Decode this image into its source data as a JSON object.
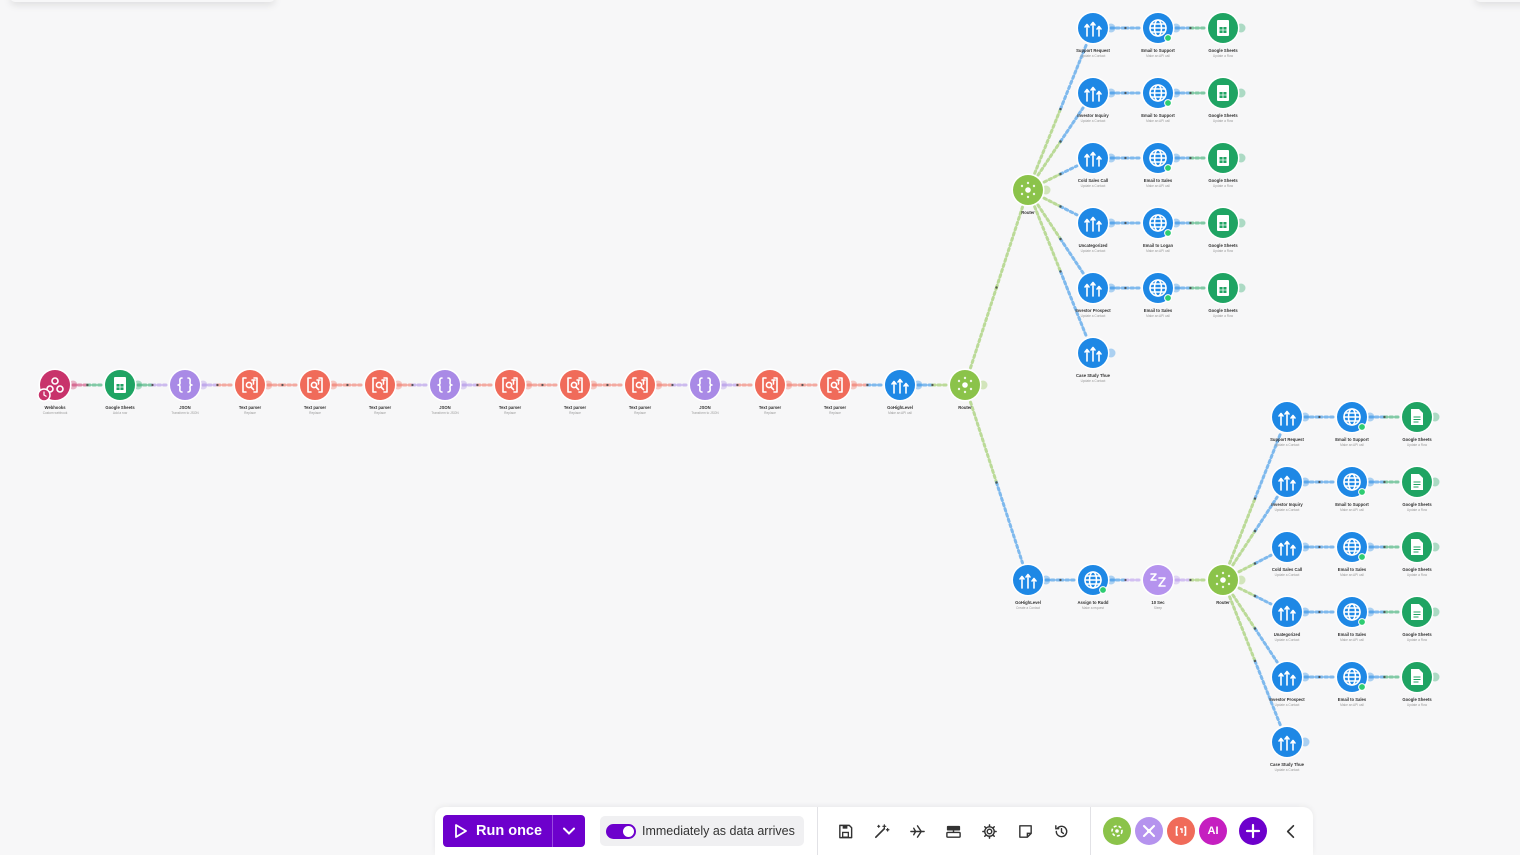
{
  "colors": {
    "webhooks": "#c8336b",
    "sheets": "#1fa463",
    "json": "#a98ae6",
    "textparser": "#f06b5a",
    "flow": "#1e88e5",
    "router": "#8bc34a",
    "http": "#1e88e5",
    "sleep": "#b593ee",
    "accent": "#6d00cc"
  },
  "nodes": [
    {
      "id": "webhooks",
      "type": "webhooks",
      "icon": "webhooks-icon",
      "title": "Webhooks",
      "sub": "Custom webhook"
    },
    {
      "id": "sheets_main",
      "type": "sheets",
      "icon": "google-sheets-icon",
      "title": "Google Sheets",
      "sub": "Add a row"
    },
    {
      "id": "json1",
      "type": "json",
      "icon": "json-icon",
      "title": "JSON",
      "sub": "Transform to JSON"
    },
    {
      "id": "tp1",
      "type": "textparser",
      "icon": "text-parser-icon",
      "title": "Text parser",
      "sub": "Replace"
    },
    {
      "id": "tp2",
      "type": "textparser",
      "icon": "text-parser-icon",
      "title": "Text parser",
      "sub": "Replace"
    },
    {
      "id": "tp3",
      "type": "textparser",
      "icon": "text-parser-icon",
      "title": "Text parser",
      "sub": "Replace"
    },
    {
      "id": "json2",
      "type": "json",
      "icon": "json-icon",
      "title": "JSON",
      "sub": "Transform to JSON"
    },
    {
      "id": "tp4",
      "type": "textparser",
      "icon": "text-parser-icon",
      "title": "Text parser",
      "sub": "Replace"
    },
    {
      "id": "tp5",
      "type": "textparser",
      "icon": "text-parser-icon",
      "title": "Text parser",
      "sub": "Replace"
    },
    {
      "id": "tp6",
      "type": "textparser",
      "icon": "text-parser-icon",
      "title": "Text parser",
      "sub": "Replace"
    },
    {
      "id": "json3",
      "type": "json",
      "icon": "json-icon",
      "title": "JSON",
      "sub": "Transform to JSON"
    },
    {
      "id": "tp7",
      "type": "textparser",
      "icon": "text-parser-icon",
      "title": "Text parser",
      "sub": "Replace"
    },
    {
      "id": "tp8",
      "type": "textparser",
      "icon": "text-parser-icon",
      "title": "Text parser",
      "sub": "Replace"
    },
    {
      "id": "ghl_main",
      "type": "flow",
      "icon": "flow-icon",
      "title": "GoHighLevel",
      "sub": "Make an API call"
    },
    {
      "id": "router_main",
      "type": "router",
      "icon": "router-icon",
      "title": "Router",
      "sub": ""
    },
    {
      "id": "router_top",
      "type": "router",
      "icon": "router-icon",
      "title": "Router",
      "sub": ""
    },
    {
      "id": "t1",
      "type": "flow",
      "icon": "flow-icon",
      "title": "Support Request",
      "sub": "Update a Contact"
    },
    {
      "id": "t1e",
      "type": "http",
      "icon": "globe-icon",
      "title": "Email to Support",
      "sub": "Make an API call",
      "badge": true
    },
    {
      "id": "t1s",
      "type": "sheets",
      "icon": "google-sheets-icon",
      "title": "Google Sheets",
      "sub": "Update a Row"
    },
    {
      "id": "t2",
      "type": "flow",
      "icon": "flow-icon",
      "title": "Investor Inquiry",
      "sub": "Update a Contact"
    },
    {
      "id": "t2e",
      "type": "http",
      "icon": "globe-icon",
      "title": "Email to Support",
      "sub": "Make an API call",
      "badge": true
    },
    {
      "id": "t2s",
      "type": "sheets",
      "icon": "google-sheets-icon",
      "title": "Google Sheets",
      "sub": "Update a Row"
    },
    {
      "id": "t3",
      "type": "flow",
      "icon": "flow-icon",
      "title": "Cold Sales Call",
      "sub": "Update a Contact"
    },
    {
      "id": "t3e",
      "type": "http",
      "icon": "globe-icon",
      "title": "Email to Sales",
      "sub": "Make an API call",
      "badge": true
    },
    {
      "id": "t3s",
      "type": "sheets",
      "icon": "google-sheets-icon",
      "title": "Google Sheets",
      "sub": "Update a Row"
    },
    {
      "id": "t4",
      "type": "flow",
      "icon": "flow-icon",
      "title": "Uncategorized",
      "sub": "Update a Contact"
    },
    {
      "id": "t4e",
      "type": "http",
      "icon": "globe-icon",
      "title": "Email to Logan",
      "sub": "Make an API call",
      "badge": true
    },
    {
      "id": "t4s",
      "type": "sheets",
      "icon": "google-sheets-icon",
      "title": "Google Sheets",
      "sub": "Update a Row"
    },
    {
      "id": "t5",
      "type": "flow",
      "icon": "flow-icon",
      "title": "Investor Prospect",
      "sub": "Update a Contact"
    },
    {
      "id": "t5e",
      "type": "http",
      "icon": "globe-icon",
      "title": "Email to Sales",
      "sub": "Make an API call",
      "badge": true
    },
    {
      "id": "t5s",
      "type": "sheets",
      "icon": "google-sheets-icon",
      "title": "Google Sheets",
      "sub": "Update a Row"
    },
    {
      "id": "t6",
      "type": "flow",
      "icon": "flow-icon",
      "title": "Case Study Thue",
      "sub": "Update a Contact"
    },
    {
      "id": "ghl_b",
      "type": "flow",
      "icon": "flow-icon",
      "title": "GoHighLevel",
      "sub": "Create a Contact"
    },
    {
      "id": "assign",
      "type": "http",
      "icon": "globe-icon",
      "title": "Assign to Rudd",
      "sub": "Make a request",
      "badge": true
    },
    {
      "id": "sleep",
      "type": "sleep",
      "icon": "sleep-icon",
      "title": "10 Sec",
      "sub": "Sleep"
    },
    {
      "id": "router_b",
      "type": "router",
      "icon": "router-icon",
      "title": "Router",
      "sub": ""
    },
    {
      "id": "b1",
      "type": "flow",
      "icon": "flow-icon",
      "title": "Support Request",
      "sub": "Update a Contact"
    },
    {
      "id": "b1e",
      "type": "http",
      "icon": "globe-icon",
      "title": "Email to Support",
      "sub": "Make an API call",
      "badge": true
    },
    {
      "id": "b1s",
      "type": "sheets",
      "icon": "google-docs-icon",
      "title": "Google Sheets",
      "sub": "Update a Row"
    },
    {
      "id": "b2",
      "type": "flow",
      "icon": "flow-icon",
      "title": "Investor Inquiry",
      "sub": "Update a Contact"
    },
    {
      "id": "b2e",
      "type": "http",
      "icon": "globe-icon",
      "title": "Email to Support",
      "sub": "Make an API call",
      "badge": true
    },
    {
      "id": "b2s",
      "type": "sheets",
      "icon": "google-docs-icon",
      "title": "Google Sheets",
      "sub": "Update a Row"
    },
    {
      "id": "b3",
      "type": "flow",
      "icon": "flow-icon",
      "title": "Cold Sales Call",
      "sub": "Update a Contact"
    },
    {
      "id": "b3e",
      "type": "http",
      "icon": "globe-icon",
      "title": "Email to Sales",
      "sub": "Make an API call",
      "badge": true
    },
    {
      "id": "b3s",
      "type": "sheets",
      "icon": "google-docs-icon",
      "title": "Google Sheets",
      "sub": "Update a Row"
    },
    {
      "id": "b4",
      "type": "flow",
      "icon": "flow-icon",
      "title": "Unategorized",
      "sub": "Update a Contact"
    },
    {
      "id": "b4e",
      "type": "http",
      "icon": "globe-icon",
      "title": "Email to Sales",
      "sub": "Make an API call",
      "badge": true
    },
    {
      "id": "b4s",
      "type": "sheets",
      "icon": "google-docs-icon",
      "title": "Google Sheets",
      "sub": "Update a Row"
    },
    {
      "id": "b5",
      "type": "flow",
      "icon": "flow-icon",
      "title": "Investor Prospect",
      "sub": "Update a Contact"
    },
    {
      "id": "b5e",
      "type": "http",
      "icon": "globe-icon",
      "title": "Email to Sales",
      "sub": "Make an API call",
      "badge": true
    },
    {
      "id": "b5s",
      "type": "sheets",
      "icon": "google-docs-icon",
      "title": "Google Sheets",
      "sub": "Update a Row"
    },
    {
      "id": "b6",
      "type": "flow",
      "icon": "flow-icon",
      "title": "Case Study Thue",
      "sub": "Update a Contact"
    }
  ],
  "connections": [
    [
      "webhooks",
      "sheets_main"
    ],
    [
      "sheets_main",
      "json1"
    ],
    [
      "json1",
      "tp1"
    ],
    [
      "tp1",
      "tp2"
    ],
    [
      "tp2",
      "tp3"
    ],
    [
      "tp3",
      "json2"
    ],
    [
      "json2",
      "tp4"
    ],
    [
      "tp4",
      "tp5"
    ],
    [
      "tp5",
      "tp6"
    ],
    [
      "tp6",
      "json3"
    ],
    [
      "json3",
      "tp7"
    ],
    [
      "tp7",
      "tp8"
    ],
    [
      "tp8",
      "ghl_main"
    ],
    [
      "ghl_main",
      "router_main"
    ],
    [
      "router_main",
      "router_top"
    ],
    [
      "router_main",
      "ghl_b"
    ],
    [
      "router_top",
      "t1"
    ],
    [
      "router_top",
      "t2"
    ],
    [
      "router_top",
      "t3"
    ],
    [
      "router_top",
      "t4"
    ],
    [
      "router_top",
      "t5"
    ],
    [
      "router_top",
      "t6"
    ],
    [
      "t1",
      "t1e"
    ],
    [
      "t1e",
      "t1s"
    ],
    [
      "t2",
      "t2e"
    ],
    [
      "t2e",
      "t2s"
    ],
    [
      "t3",
      "t3e"
    ],
    [
      "t3e",
      "t3s"
    ],
    [
      "t4",
      "t4e"
    ],
    [
      "t4e",
      "t4s"
    ],
    [
      "t5",
      "t5e"
    ],
    [
      "t5e",
      "t5s"
    ],
    [
      "ghl_b",
      "assign"
    ],
    [
      "assign",
      "sleep"
    ],
    [
      "sleep",
      "router_b"
    ],
    [
      "router_b",
      "b1"
    ],
    [
      "router_b",
      "b2"
    ],
    [
      "router_b",
      "b3"
    ],
    [
      "router_b",
      "b4"
    ],
    [
      "router_b",
      "b5"
    ],
    [
      "router_b",
      "b6"
    ],
    [
      "b1",
      "b1e"
    ],
    [
      "b1e",
      "b1s"
    ],
    [
      "b2",
      "b2e"
    ],
    [
      "b2e",
      "b2s"
    ],
    [
      "b3",
      "b3e"
    ],
    [
      "b3e",
      "b3s"
    ],
    [
      "b4",
      "b4e"
    ],
    [
      "b4e",
      "b4s"
    ],
    [
      "b5",
      "b5e"
    ],
    [
      "b5e",
      "b5s"
    ]
  ],
  "toolbar": {
    "run_label": "Run once",
    "schedule_label": "Immediately as data arrives",
    "schedule_on": true,
    "tools": [
      "save-icon",
      "magic-wand-icon",
      "airplane-icon",
      "layout-icon",
      "gear-icon",
      "note-icon",
      "history-icon"
    ],
    "apps": [
      {
        "icon": "router-icon",
        "color": "#8bc34a"
      },
      {
        "icon": "tools-icon",
        "color": "#b593ee"
      },
      {
        "icon": "text-parser-icon",
        "color": "#f06b5a"
      },
      {
        "icon": "ai-icon",
        "label": "AI",
        "color": "#c51fc0"
      }
    ]
  }
}
